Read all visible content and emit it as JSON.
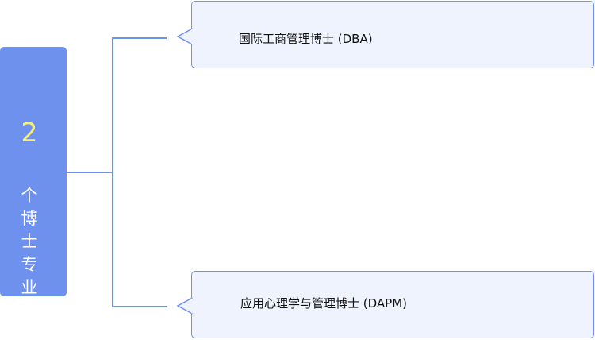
{
  "root": {
    "count": "2",
    "label_chars": [
      "个",
      "博",
      "士",
      "专",
      "业"
    ]
  },
  "branches": [
    {
      "label": "国际工商管理博士 (DBA)"
    },
    {
      "label": "应用心理学与管理博士 (DAPM)"
    }
  ],
  "colors": {
    "root_fill": "#6F91EE",
    "count_text": "#F6F07A",
    "bubble_fill": "#EEF3FD",
    "bubble_border": "#6F91EE",
    "connector": "#6F91EE"
  }
}
